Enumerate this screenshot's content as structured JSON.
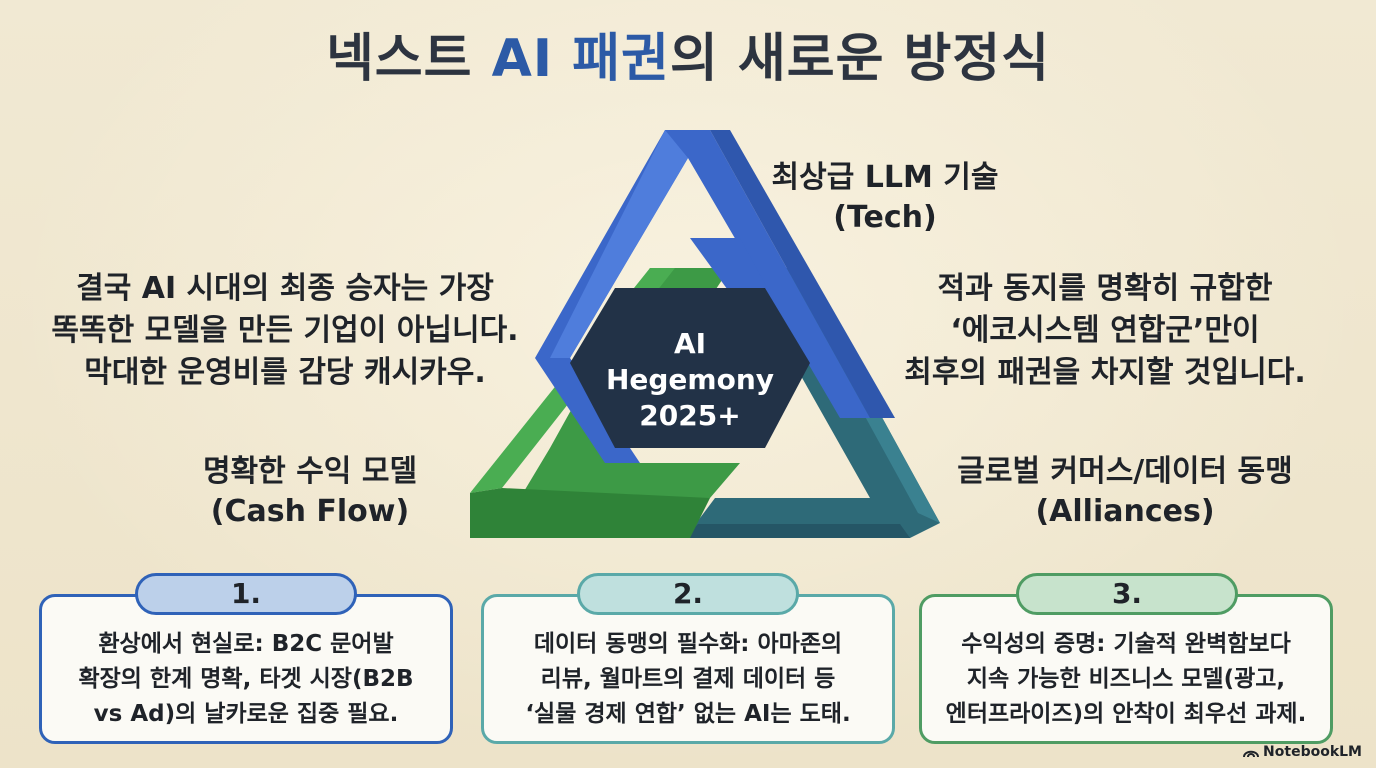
{
  "title": {
    "prefix": "넥스트 ",
    "accent": "AI 패권",
    "suffix": "의 새로운 방정식"
  },
  "left_description": [
    "결국 AI 시대의 최종 승자는 가장",
    "똑똑한 모델을 만든 기업이 아닙니다.",
    "막대한 운영비를 감당 캐시카우."
  ],
  "right_description": [
    "적과 동지를 명확히 규합한",
    "‘에코시스템 연합군’만이",
    "최후의 패권을 차지할 것입니다."
  ],
  "diagram": {
    "center_label": [
      "AI",
      "Hegemony",
      "2025+"
    ],
    "vertices": {
      "tech": [
        "최상급 LLM 기술",
        "(Tech)"
      ],
      "cash_flow": [
        "명확한 수익 모델",
        "(Cash Flow)"
      ],
      "alliances": [
        "글로벌 커머스/데이터 동맹",
        "(Alliances)"
      ]
    },
    "colors": {
      "tech": "#3b67c9",
      "cash_flow": "#3d9a46",
      "alliances": "#2e6a78",
      "center": "#223247"
    }
  },
  "cards": [
    {
      "number": "1.",
      "lines": [
        "환상에서 현실로: B2C 문어발",
        "확장의 한계 명확, 타겟 시장(B2B",
        "vs Ad)의 날카로운 집중 필요."
      ],
      "color": "#2f62b8"
    },
    {
      "number": "2.",
      "lines": [
        "데이터 동맹의 필수화: 아마존의",
        "리뷰, 월마트의 결제 데이터 등",
        "‘실물 경제 연합’ 없는 AI는 도태."
      ],
      "color": "#5aa9a8"
    },
    {
      "number": "3.",
      "lines": [
        "수익성의 증명: 기술적 완벽함보다",
        "지속 가능한 비즈니스 모델(광고,",
        "엔터프라이즈)의 안착이 최우선 과제."
      ],
      "color": "#4f9c63"
    }
  ],
  "brand": {
    "label": "NotebookLM",
    "icon": "notebooklm-logo-icon"
  }
}
